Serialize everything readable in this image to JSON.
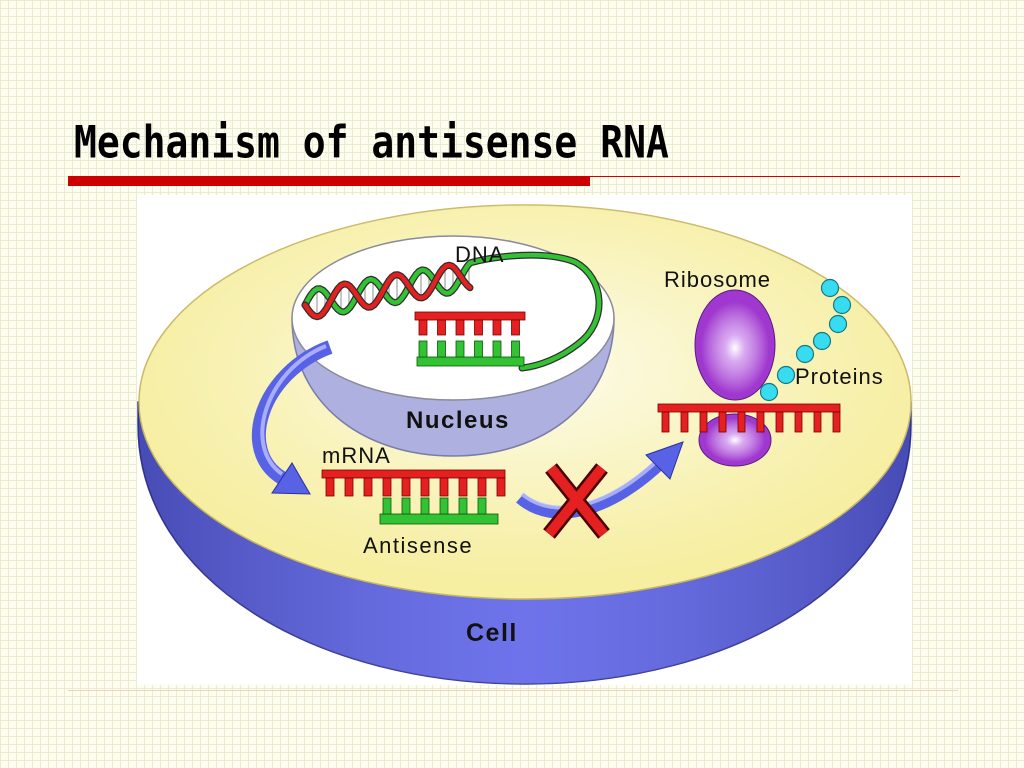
{
  "slide": {
    "title": "Mechanism of antisense RNA"
  },
  "diagram": {
    "labels": {
      "dna": "DNA",
      "nucleus": "Nucleus",
      "mrna": "mRNA",
      "antisense": "Antisense",
      "ribosome": "Ribosome",
      "proteins": "Proteins",
      "cell": "Cell"
    },
    "colors": {
      "accent_bar": "#cc0000",
      "cell_surface": "#f6eea0",
      "cell_wall": "#5a60e8",
      "nucleus": "#aeb1df",
      "rna": "#e42020",
      "dna_green": "#33c233",
      "ribosome": "#a038d0",
      "protein": "#38dcf0",
      "arrow": "#5862e4"
    }
  }
}
